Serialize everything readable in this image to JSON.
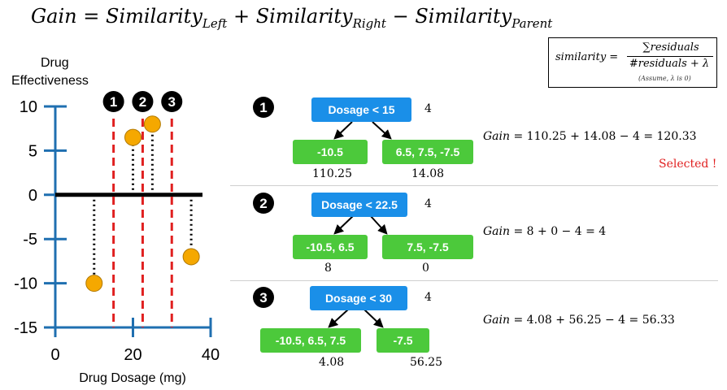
{
  "formula": {
    "lhs": "Gain",
    "eq": " = ",
    "t1": "Similarity",
    "t1_sub": "Left",
    "plus": " + ",
    "t2": "Similarity",
    "t2_sub": "Right",
    "minus": " − ",
    "t3": "Similarity",
    "t3_sub": "Parent"
  },
  "similarity_box": {
    "label": "similarity =",
    "numerator": "∑residuals",
    "denominator": "#residuals + λ",
    "note": "(Assume, λ is 0)"
  },
  "chart_data": {
    "type": "scatter",
    "title": "",
    "ylabel": "Drug Effectiveness",
    "xlabel": "Drug Dosage (mg)",
    "xlim": [
      0,
      40
    ],
    "ylim": [
      -15,
      10
    ],
    "x_ticks": [
      "0",
      "20",
      "40"
    ],
    "y_ticks": [
      "10",
      "5",
      "0",
      "-5",
      "-10",
      "-15"
    ],
    "baseline_y": 0,
    "points": [
      {
        "x": 10,
        "y": -10
      },
      {
        "x": 20,
        "y": 6.5
      },
      {
        "x": 25,
        "y": 8
      },
      {
        "x": 35,
        "y": -7
      }
    ],
    "splits": [
      {
        "marker": "1",
        "x": 15
      },
      {
        "marker": "2",
        "x": 22.5
      },
      {
        "marker": "3",
        "x": 30
      }
    ],
    "colors": {
      "point": "#f5a800",
      "split": "#e02020",
      "axis": "#1f6fb0"
    }
  },
  "trees": [
    {
      "marker": "1",
      "root": "Dosage <  15",
      "root_value": "4",
      "left": "-10.5",
      "left_value": "110.25",
      "right": "6.5, 7.5, -7.5",
      "right_value": "14.08",
      "gain_label": "Gain",
      "gain_expr": " = 110.25 + 14.08 − 4 = 120.33",
      "selected": "Selected !"
    },
    {
      "marker": "2",
      "root": "Dosage < 22.5",
      "root_value": "4",
      "left": "-10.5, 6.5",
      "left_value": "8",
      "right": "7.5, -7.5",
      "right_value": "0",
      "gain_label": "Gain",
      "gain_expr": " = 8 + 0 − 4 = 4"
    },
    {
      "marker": "3",
      "root": "Dosage < 30",
      "root_value": "4",
      "left": "-10.5, 6.5, 7.5",
      "left_value": "4.08",
      "right": "-7.5",
      "right_value": "56.25",
      "gain_label": "Gain",
      "gain_expr": " = 4.08 + 56.25 − 4 = 56.33"
    }
  ],
  "colors": {
    "node_blue": "#1a8fe8",
    "node_green": "#4cc93b",
    "selected": "#e02020"
  }
}
